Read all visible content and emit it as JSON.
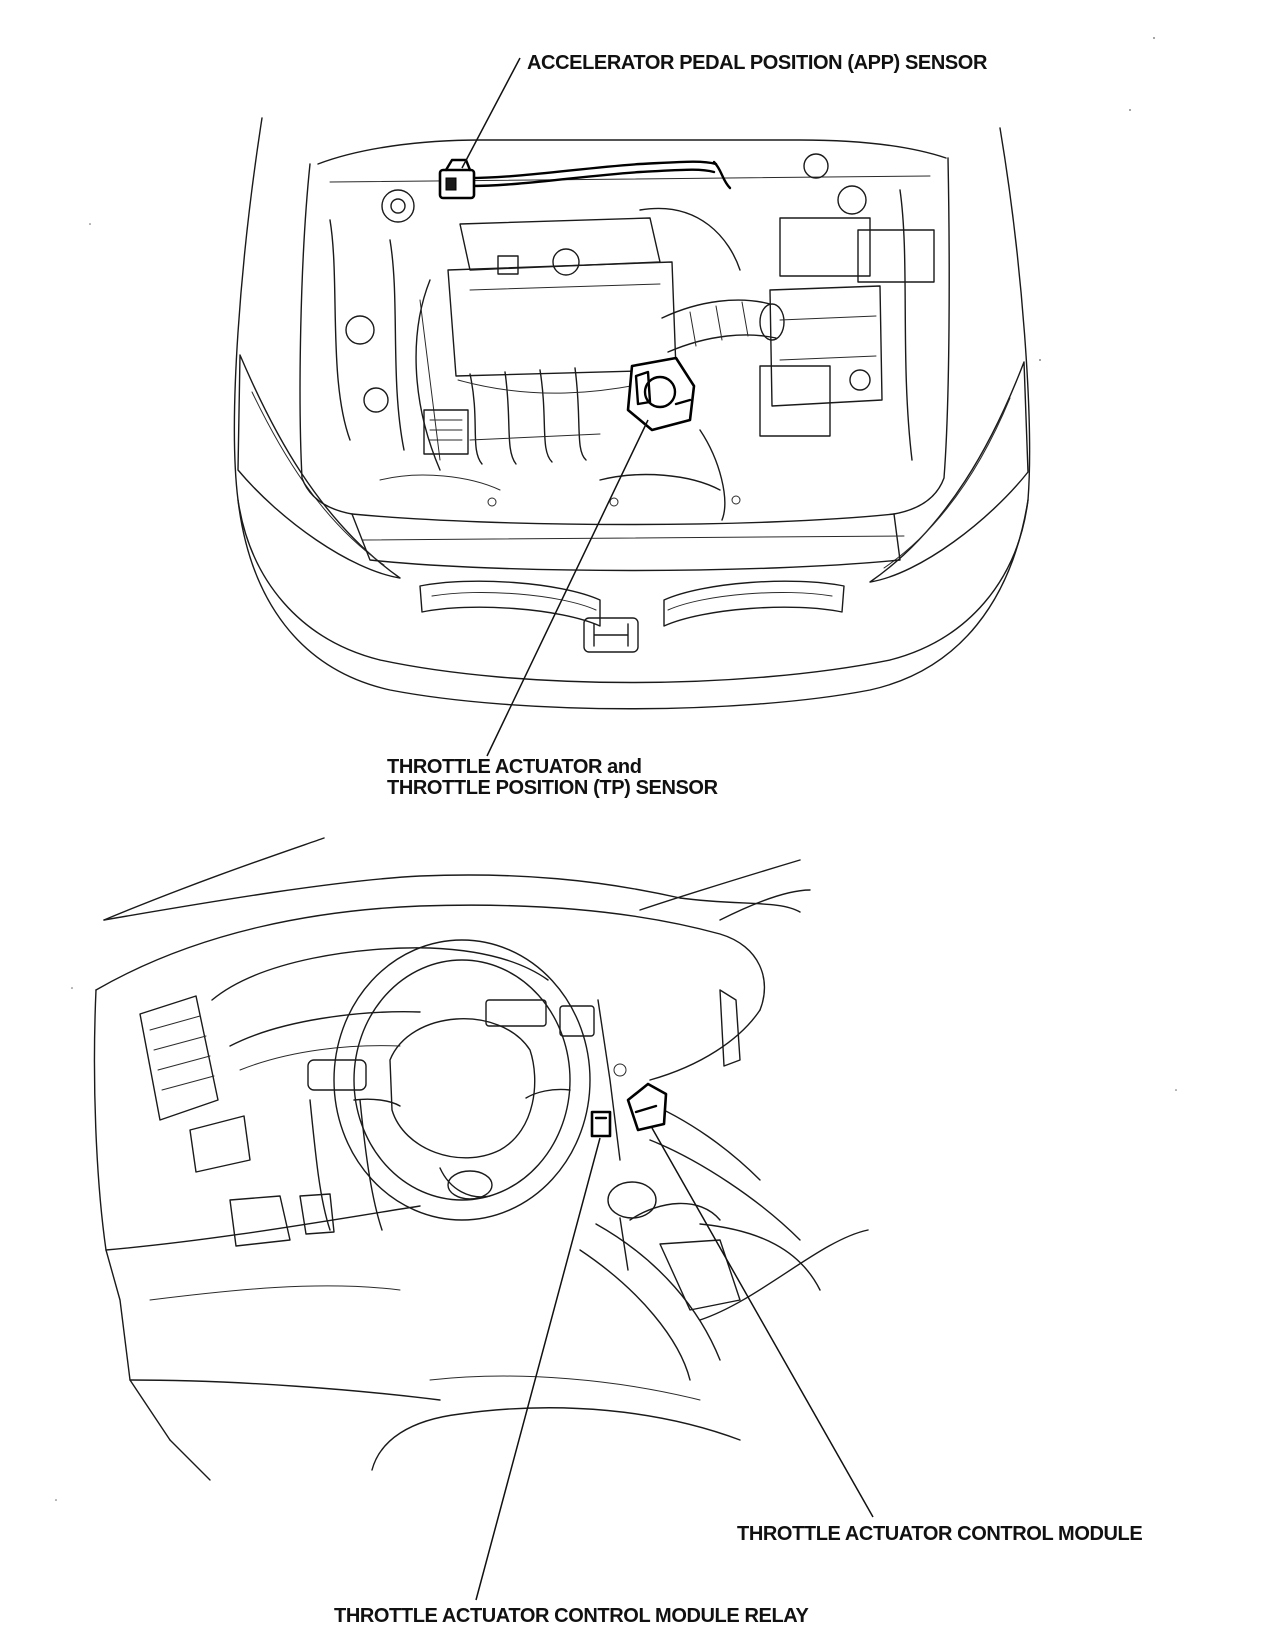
{
  "labels": {
    "app_sensor": "ACCELERATOR PEDAL POSITION (APP) SENSOR",
    "tp_line1": "THROTTLE ACTUATOR and",
    "tp_line2": "THROTTLE POSITION (TP) SENSOR",
    "tacm": "THROTTLE ACTUATOR CONTROL MODULE",
    "tacm_relay": "THROTTLE ACTUATOR CONTROL MODULE RELAY"
  }
}
